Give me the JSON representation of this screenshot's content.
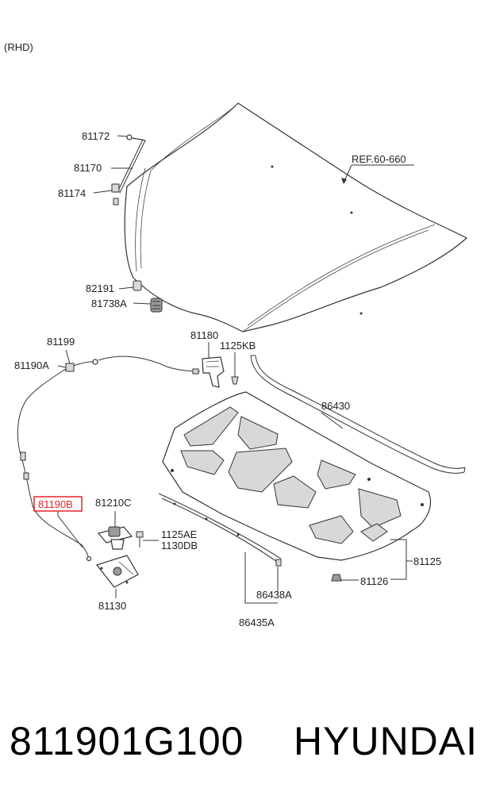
{
  "variant": "(RHD)",
  "reference": "REF.60-660",
  "callouts": {
    "c81172": "81172",
    "c81170": "81170",
    "c81174": "81174",
    "c82191": "82191",
    "c81738A": "81738A",
    "c81199": "81199",
    "c81190A": "81190A",
    "c81180": "81180",
    "c1125KB": "1125KB",
    "c86430": "86430",
    "c81190B": "81190B",
    "c81210C": "81210C",
    "c1125AE": "1125AE",
    "c1130DB": "1130DB",
    "c81125": "81125",
    "c81126": "81126",
    "c81130": "81130",
    "c86438A": "86438A",
    "c86435A": "86435A"
  },
  "highlight_color": "#e8222a",
  "part_number": "811901G100",
  "brand": "HYUNDAI"
}
